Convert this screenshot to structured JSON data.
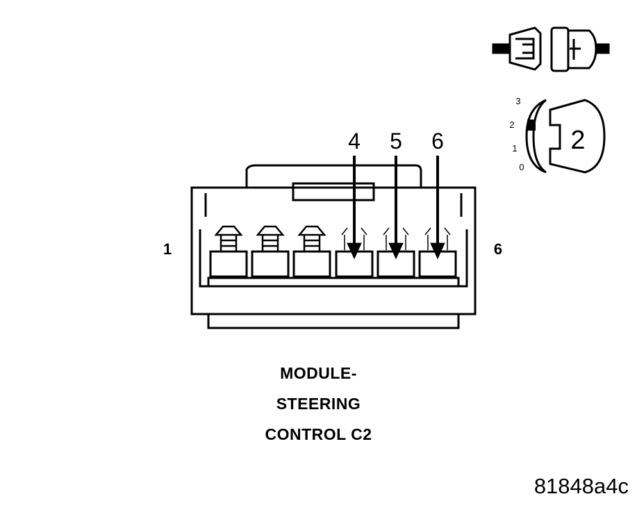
{
  "pin_labels": {
    "left": "1",
    "right": "6"
  },
  "callout_labels": [
    "4",
    "5",
    "6"
  ],
  "key_view": {
    "positions": [
      "3",
      "2",
      "1",
      "0"
    ],
    "connector_number": "2"
  },
  "caption_lines": [
    "MODULE-",
    "STEERING",
    "CONTROL C2"
  ],
  "figure_id": "81848a4c",
  "colors": {
    "line": "#000000",
    "background": "#ffffff"
  }
}
